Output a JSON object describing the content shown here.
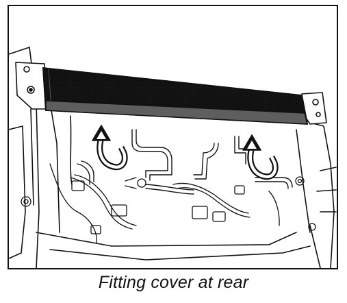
{
  "figure": {
    "caption": "Fitting cover at rear",
    "colors": {
      "line": "#111111",
      "cover_fill": "#9a9a9a",
      "cover_edge": "#5e5e5e",
      "background": "#ffffff"
    },
    "parts": [
      "fitting-cover",
      "left-mounting-bracket",
      "right-mounting-bracket",
      "refit-arrow-icon",
      "refit-arrow-icon"
    ]
  }
}
